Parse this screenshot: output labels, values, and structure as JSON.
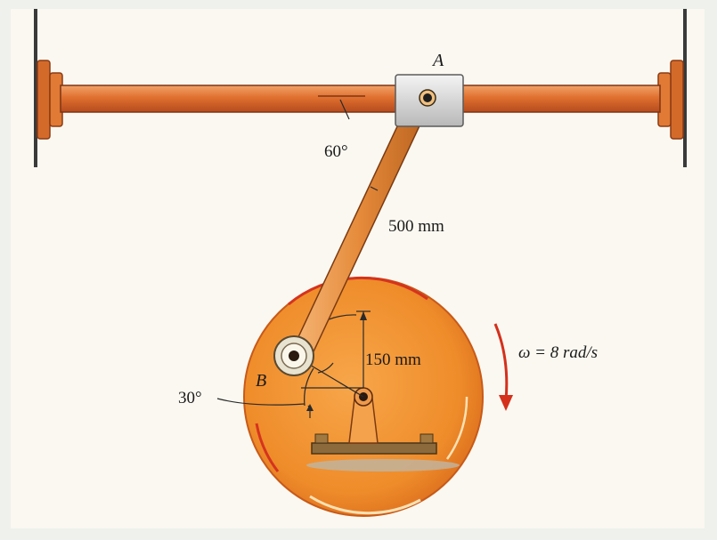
{
  "figure": {
    "labels": {
      "point_a": "A",
      "point_b": "B",
      "angle_rod_horizontal": "60°",
      "angle_crank": "30°",
      "rod_length": "500 mm",
      "crank_radius": "150 mm",
      "angular_velocity": "ω = 8 rad/s"
    },
    "colors": {
      "wheel": "#f08c2a",
      "wheel_edge": "#d8601c",
      "rod": "#e08a35",
      "bar": "#d95f2a",
      "collar": "#e9e9e9",
      "arrow": "#d4301c"
    }
  }
}
